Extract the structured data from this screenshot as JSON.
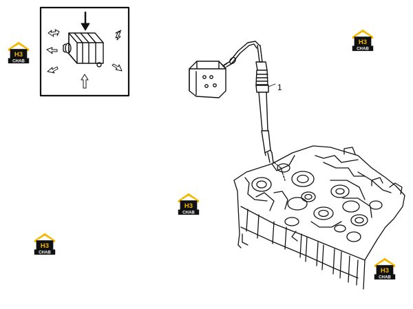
{
  "diagram": {
    "callout_label": "1"
  },
  "watermark": {
    "logo_text": "H3",
    "logo_caption": "CHAB",
    "colors": {
      "roof": "#f5b800",
      "ink": "#111111",
      "bg": "#ffffff"
    }
  }
}
